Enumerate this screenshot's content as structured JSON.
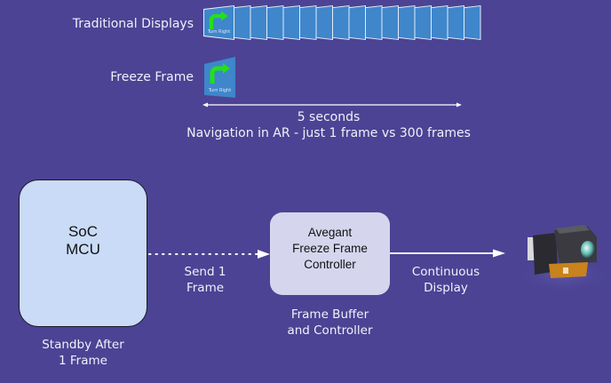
{
  "top": {
    "traditional_label": "Traditional Displays",
    "freeze_label": "Freeze Frame",
    "frame_caption": "Turn Right",
    "frame_caption_short": "Right",
    "traditional_frame_count": 16,
    "duration_label": "5 seconds",
    "caption": "Navigation in AR - just 1 frame vs 300 frames"
  },
  "diagram": {
    "soc": {
      "line1": "SoC",
      "line2": "MCU"
    },
    "soc_caption": {
      "line1": "Standby After",
      "line2": "1 Frame"
    },
    "send_label": {
      "line1": "Send 1",
      "line2": "Frame"
    },
    "controller": {
      "line1": "Avegant",
      "line2": "Freeze Frame",
      "line3": "Controller"
    },
    "controller_caption": {
      "line1": "Frame Buffer",
      "line2": "and Controller"
    },
    "output_label": {
      "line1": "Continuous",
      "line2": "Display"
    }
  },
  "colors": {
    "background": "#4c4394",
    "frame_blue": "#3f86cb",
    "arrow_green": "#22e01a",
    "soc_box": "#c9dbf6",
    "controller_box": "#d5d5ee"
  }
}
